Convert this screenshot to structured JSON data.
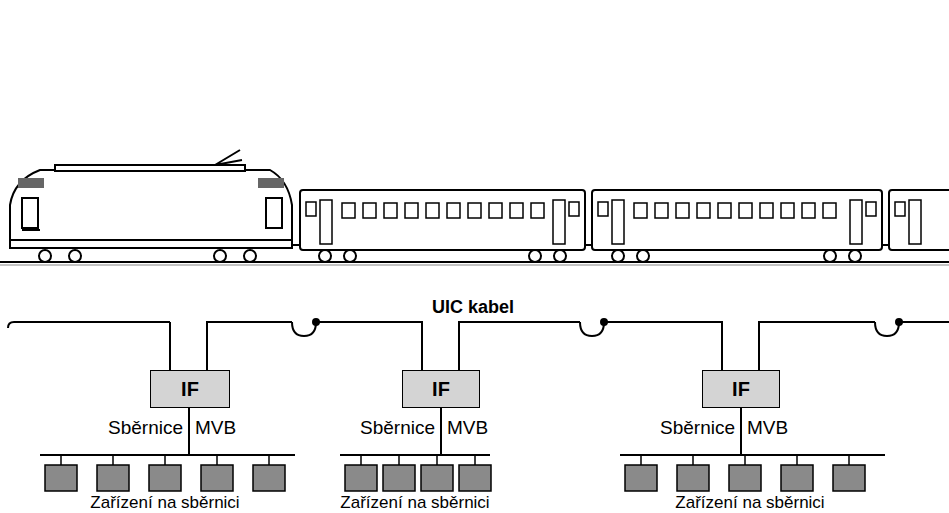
{
  "diagram": {
    "nodes": [
      {
        "text": [
          "IF"
        ]
      },
      {
        "text": [
          "IF"
        ]
      },
      {
        "text": [
          "IF"
        ]
      }
    ],
    "labels": [
      "UIC kabel",
      "Sběrnice",
      "MVB",
      "Zařízení na sběrnici",
      "Sběrnice",
      "MVB",
      "Zařízení na sběrnici",
      "Sběrnice",
      "MVB",
      "Zařízení na sběrnici"
    ]
  }
}
